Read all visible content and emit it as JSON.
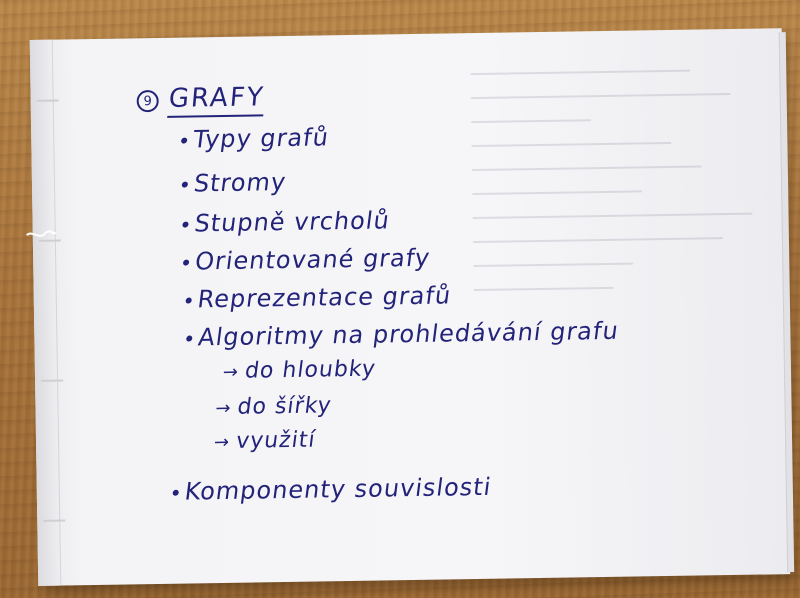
{
  "notebook": {
    "heading_number": "9",
    "heading": "GRAFY",
    "items": [
      "Typy grafů",
      "Stromy",
      "Stupně vrcholů",
      "Orientované grafy",
      "Reprezentace grafů",
      "Algoritmy na prohledávání grafu",
      "Komponenty souvislosti"
    ],
    "subitems": [
      "do hloubky",
      "do šířky",
      "využití"
    ],
    "arrow_glyph": "→",
    "ink_color": "#23237a",
    "paper_color": "#f5f5f7",
    "table_color": "#a9743b"
  }
}
